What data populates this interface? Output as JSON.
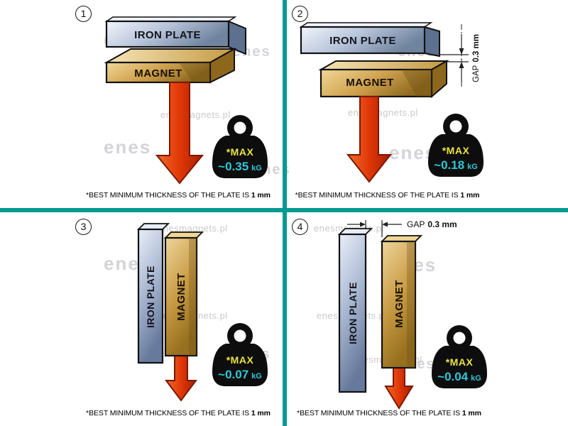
{
  "watermark": {
    "logo": "enes",
    "site": "enesmagnets.pl"
  },
  "caption": {
    "text": "*BEST MINIMUM THICKNESS OF THE PLATE IS",
    "bold": "1 mm"
  },
  "labels": {
    "iron_plate": "IRON PLATE",
    "magnet": "MAGNET",
    "max": "*MAX",
    "unit": "kG"
  },
  "panels": [
    {
      "number": "1",
      "value": "~0.35"
    },
    {
      "number": "2",
      "value": "~0.18",
      "gap": "GAP",
      "gap_value": "0.3 mm"
    },
    {
      "number": "3",
      "value": "~0.07"
    },
    {
      "number": "4",
      "value": "~0.04",
      "gap": "GAP",
      "gap_value": "0.3 mm"
    }
  ],
  "colors": {
    "divider": "#009a90",
    "arrow": "#d23908",
    "max_text": "#ece43e",
    "value_text": "#30c6d8",
    "plate": "#8fa3c2",
    "magnet": "#c89a44"
  }
}
